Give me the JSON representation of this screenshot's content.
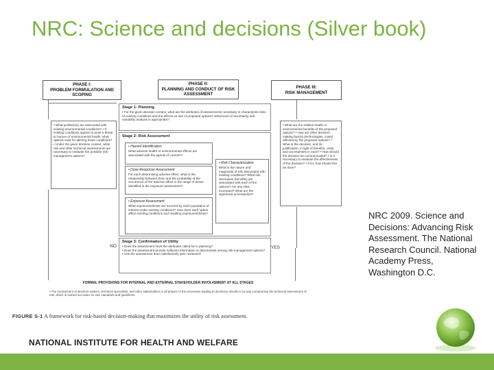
{
  "title": "NRC: Science and decisions (Silver book)",
  "figure": {
    "phases": [
      {
        "label": "PHASE I:",
        "sub": "PROBLEM FORMULATION AND SCOPING"
      },
      {
        "label": "PHASE II:",
        "sub": "PLANNING AND CONDUCT OF RISK ASSESSMENT"
      },
      {
        "label": "PHASE III:",
        "sub": "RISK MANAGEMENT"
      }
    ],
    "stage1": {
      "title": "Stage 1: Planning",
      "text": "• For the given decision context, what are the attributes of assessments necessary to characterize risks of existing conditions and the effects on risk of proposed options? What level of uncertainty and variability analysis is appropriate?"
    },
    "stage2": {
      "title": "Stage 2: Risk Assessment",
      "hazard_title": "• Hazard Identification",
      "hazard_text": "What adverse health or environmental effects are associated with the agents of concern?",
      "dose_title": "• Dose-Response Assessment",
      "dose_text": "For each determining adverse effect, what is the relationship between dose and the probability of the occurrence of the adverse effect in the range of doses identified in the exposure assessment?",
      "exposure_title": "• Exposure Assessment",
      "exposure_text": "What exposures/doses are incurred by each population of interest under existing conditions? How does each option affect existing conditions and resulting exposures/doses?",
      "risk_title": "• Risk Characterization",
      "risk_text": "What is the nature and magnitude of risk associated with existing conditions? What risk decreases (benefits) are associated with each of the options? Are any risks increased? What are the significant uncertainties?"
    },
    "stage3": {
      "title": "Stage 3: Confirmation of Utility",
      "text1": "• Does the assessment have the attributes called for in planning?",
      "text2": "• Does the assessment provide sufficient information to discriminate among risk-management options?",
      "text3": "• Has the assessment been satisfactorily peer reviewed?"
    },
    "left_box": "• What problem(s) are associated with existing environmental conditions? • If existing conditions appear to pose a threat to human or environmental health, what options exist for altering those conditions? • Under the given decision context, what risk and other technical assessments are necessary to evaluate the possible risk-management options?",
    "right_box": "• What are the relative health or environmental benefits of the proposed options? • How are other decision-making factors (technologies, costs) affected by the proposed options? • What is the decision, and its justification, in light of benefits, costs, and uncertainties in each? • How should the decision be communicated? • Is it necessary to evaluate the effectiveness of the decision? • If so, how should this be done?",
    "no_label": "NO",
    "yes_label": "YES",
    "formal": "FORMAL PROVISIONS FOR INTERNAL AND EXTERNAL STAKEHOLDER INVOLVEMENT AT ALL STAGES",
    "footnote": "• The involvement of decision-makers, technical specialists, and other stakeholders in all phases of the processes leading to decisions should in no way compromise the technical assessment of risk, which is carried out under its own standards and guidelines."
  },
  "caption": {
    "label": "FIGURE S-1",
    "text": " A framework for risk-based decision-making that maximizes the utility of risk assessment."
  },
  "citation": "NRC 2009. Science and Decisions: Advancing Risk Assessment. The National Research Council. National Academy Press, Washington D.C.",
  "institute": "NATIONAL INSTITUTE FOR HEALTH AND WELFARE",
  "colors": {
    "accent": "#7cb342",
    "globe": "#8bc34a"
  },
  "icons": [
    "globe-logo-icon"
  ]
}
